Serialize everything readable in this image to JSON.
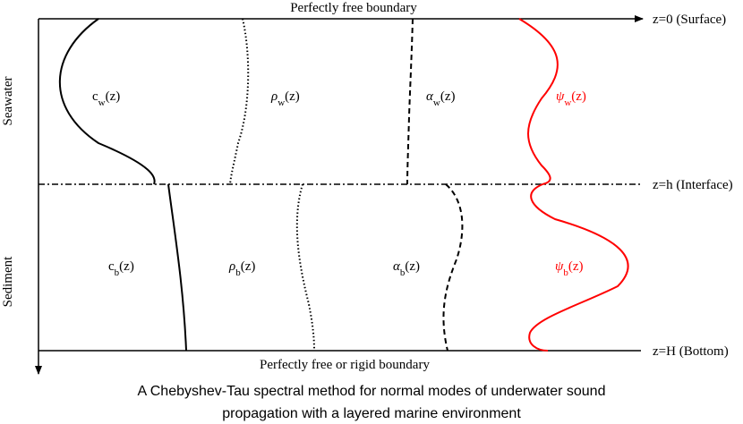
{
  "boundaries": {
    "top_label": "Perfectly free boundary",
    "bottom_label": "Perfectly free or rigid boundary",
    "surface": "z=0 (Surface)",
    "interface": "z=h (Interface)",
    "bottom": "z=H (Bottom)"
  },
  "layers": {
    "upper": "Seawater",
    "lower": "Sediment"
  },
  "profiles": {
    "seawater": [
      {
        "base": "c",
        "sub": "w",
        "arg": "(z)",
        "color": "#000000",
        "style": "solid"
      },
      {
        "base": "ρ",
        "sub": "w",
        "arg": "(z)",
        "color": "#000000",
        "style": "dotted"
      },
      {
        "base": "α",
        "sub": "w",
        "arg": "(z)",
        "color": "#000000",
        "style": "dashed"
      },
      {
        "base": "ψ",
        "sub": "w",
        "arg": "(z)",
        "color": "#ff0000",
        "style": "solid"
      }
    ],
    "sediment": [
      {
        "base": "c",
        "sub": "b",
        "arg": "(z)",
        "color": "#000000",
        "style": "solid"
      },
      {
        "base": "ρ",
        "sub": "b",
        "arg": "(z)",
        "color": "#000000",
        "style": "dotted"
      },
      {
        "base": "α",
        "sub": "b",
        "arg": "(z)",
        "color": "#000000",
        "style": "dashed"
      },
      {
        "base": "ψ",
        "sub": "b",
        "arg": "(z)",
        "color": "#ff0000",
        "style": "solid"
      }
    ]
  },
  "caption": {
    "line1": "A Chebyshev-Tau spectral method for normal modes of underwater sound",
    "line2": "propagation with a layered marine environment"
  }
}
